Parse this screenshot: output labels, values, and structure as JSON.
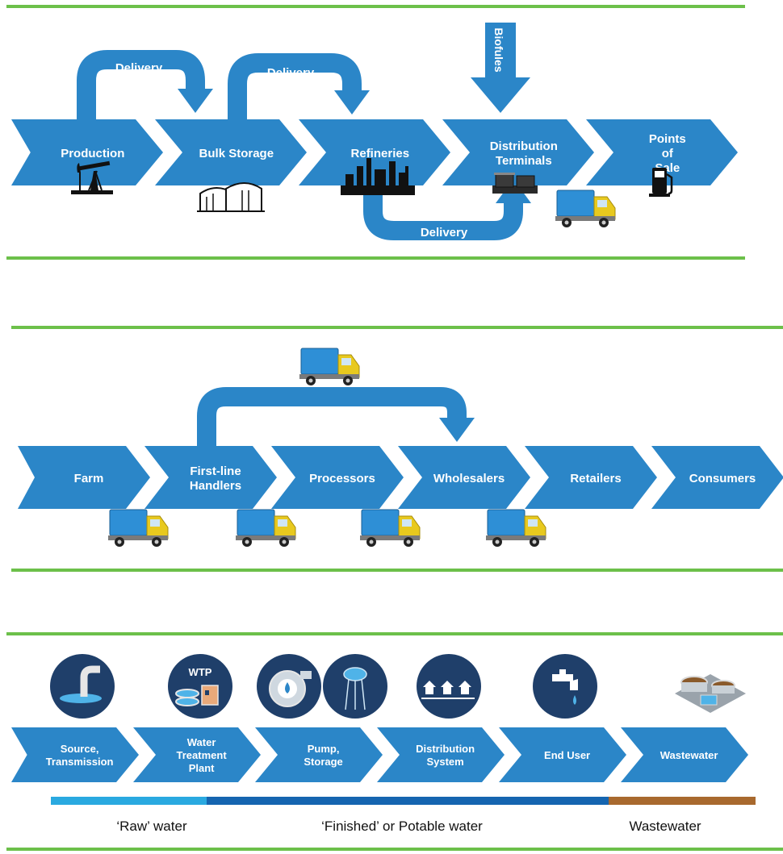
{
  "colors": {
    "chevron": "#2b86c8",
    "chevron_dark": "#1f6fab",
    "divider": "#6cc04a",
    "icon_circle": "#1f3f6a",
    "raw_water": "#2aa9e0",
    "potable_water": "#1565b0",
    "wastewater": "#a8692e",
    "truck_body": "#2e8fd6",
    "truck_cab": "#e8c91e"
  },
  "petroleum": {
    "stages": [
      "Production",
      "Bulk Storage",
      "Refineries",
      "Distribution Terminals",
      "Points of Sale"
    ],
    "stage_icons": [
      "oil-pump-icon",
      "storage-tank-icon",
      "refinery-icon",
      "terminal-icon",
      "fuel-pump-icon"
    ],
    "delivery_1": "Delivery",
    "delivery_2": "Delivery",
    "delivery_3": "Delivery",
    "biofuels": "Biofules"
  },
  "food": {
    "stages": [
      "Farm",
      "First-line Handlers",
      "Processors",
      "Wholesalers",
      "Retailers",
      "Consumers"
    ]
  },
  "water": {
    "stages": [
      "Source, Transmission",
      "Water Treatment Plant",
      "Pump, Storage",
      "Distribution System",
      "End User",
      "Wastewater"
    ],
    "wtp_label": "WTP",
    "stage_icons": [
      "water-source-icon",
      "treatment-plant-icon",
      "pump-icon",
      "water-tower-icon",
      "distribution-houses-icon",
      "faucet-icon",
      "wastewater-plant-icon"
    ],
    "legend": {
      "raw": "‘Raw’ water",
      "potable": "‘Finished’ or Potable water",
      "waste": "Wastewater"
    }
  }
}
